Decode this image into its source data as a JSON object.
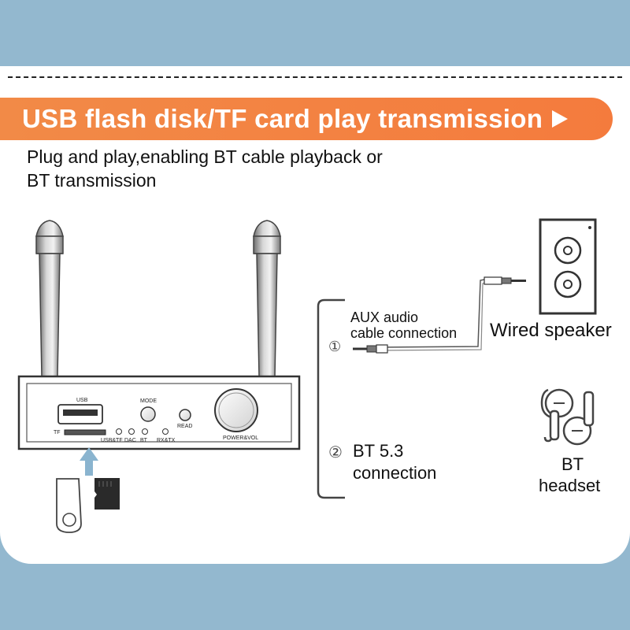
{
  "banner": {
    "title": "USB flash disk/TF card play transmission"
  },
  "intro": {
    "line1": "Plug and play,enabling BT cable playback or",
    "line2": "BT transmission"
  },
  "device": {
    "labels": {
      "usb": "USB",
      "tf": "TF",
      "mode": "MODE",
      "read": "READ",
      "usb_tf": "USB&TF",
      "dac": "DAC",
      "bt": "BT",
      "rx_tx": "RX&TX",
      "power_vol": "POWER&VOL"
    }
  },
  "connections": {
    "aux": {
      "num": "①",
      "line1": "AUX audio",
      "line2": "cable connection"
    },
    "bt": {
      "num": "②",
      "line1": "BT 5.3",
      "line2": "connection"
    }
  },
  "speaker": {
    "label": "Wired speaker"
  },
  "headset": {
    "line1": "BT",
    "line2": "headset"
  },
  "icons": [
    "usb-drive-icon",
    "tf-card-icon",
    "upload-arrow-icon",
    "speaker-icon",
    "earbuds-icon",
    "aux-plug-icon"
  ],
  "colors": {
    "banner": "#f47b3d",
    "background": "#93b8cf",
    "arrow": "#8ab4cf"
  }
}
